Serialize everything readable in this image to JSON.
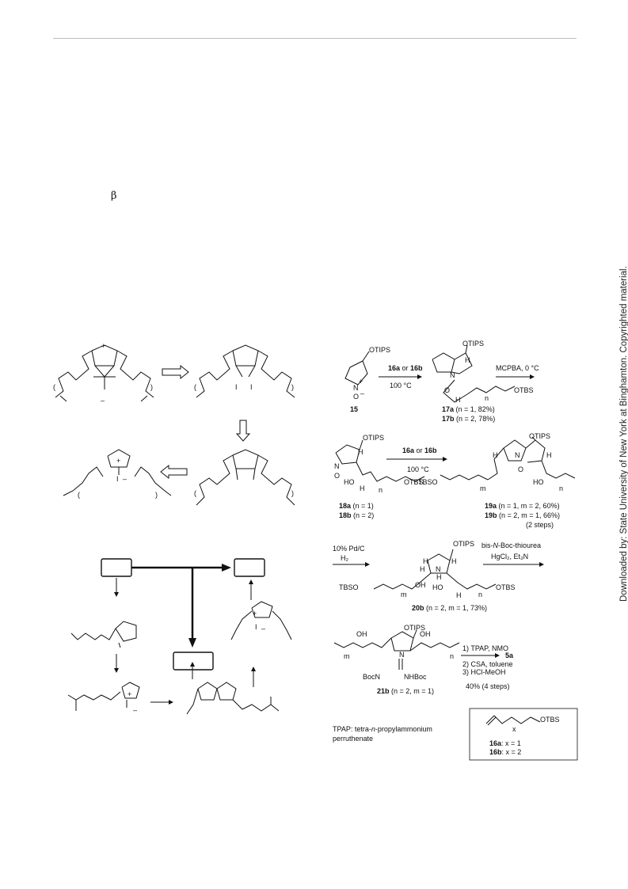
{
  "page": {
    "beta_symbol": "β",
    "watermark": "Downloaded by: State University of New York at Binghamton. Copyrighted material."
  },
  "scheme_right": {
    "sm_label": "15",
    "sm_otips": "OTIPS",
    "nplus": "N",
    "ominus": "O",
    "reagent1_a": "16a",
    "reagent1_or": " or ",
    "reagent1_b": "16b",
    "cond1": "100 °C",
    "p17_otips": "OTIPS",
    "p17_H1": "H",
    "p17_N": "N",
    "p17_O": "O",
    "p17_H2": "H",
    "p17_n": "n",
    "p17_otbs": "OTBS",
    "p17a": "17a (n = 1, 82%)",
    "p17b": "17b (n = 2, 78%)",
    "reagent2": "MCPBA, 0 °C",
    "p18_otips": "OTIPS",
    "p18_H": "H",
    "p18_N": "N",
    "p18_O": "O",
    "p18_HO": "HO",
    "p18_H2": "H",
    "p18_n": "n",
    "p18_otbs": "OTBS",
    "p18a": "18a (n = 1)",
    "p18b": "18b (n = 2)",
    "reagent3_a": "16a",
    "reagent3_or": " or ",
    "reagent3_b": "16b",
    "cond3": "100 °C",
    "p19_otips": "OTIPS",
    "p19_tbso": "TBSO",
    "p19_m": "m",
    "p19_N": "N",
    "p19_O": "O",
    "p19_HO": "HO",
    "p19_n": "n",
    "p19_H": "H",
    "p19a": "19a (n = 1, m = 2, 60%)",
    "p19b": "19b (n = 2, m = 1, 66%)",
    "p19_steps": "(2 steps)",
    "cond4_a": "10% Pd/C",
    "cond4_b": "H₂",
    "p20_otips": "OTIPS",
    "p20_H": "H",
    "p20_NH": "N",
    "p20_Hn": "H",
    "p20_OH": "OH",
    "p20_HO": "HO",
    "p20_m": "m",
    "p20_n": "n",
    "p20_tbso": "TBSO",
    "p20_otbs": "OTBS",
    "p20b": "20b (n = 2, m = 1, 73%)",
    "reagent5_a": "bis-N-Boc-thiourea",
    "reagent5_b": "HgCl₂, Et₃N",
    "p21_otips": "OTIPS",
    "p21_OH1": "OH",
    "p21_OH2": "OH",
    "p21_N": "N",
    "p21_m": "m",
    "p21_n": "n",
    "p21_bocn": "BocN",
    "p21_nhboc": "NHBoc",
    "p21b": "21b (n = 2, m = 1)",
    "step6_1": "1) TPAP, NMO",
    "step6_2": "2) CSA, toluene",
    "step6_3": "3) HCl-MeOH",
    "step6_yield": "40% (4 steps)",
    "product": "5a",
    "tpap_note_1": "TPAP: tetra-n-propylammonium",
    "tpap_note_2": "perruthenate",
    "box_otbs": "OTBS",
    "box_x": "x",
    "box_16a": "16a: x = 1",
    "box_16b": "16b: x = 2"
  },
  "scheme_left": {
    "plus": "+",
    "minus": "–",
    "paren_open": "(",
    "paren_close": ")",
    "I": "I",
    "bar": "|"
  }
}
